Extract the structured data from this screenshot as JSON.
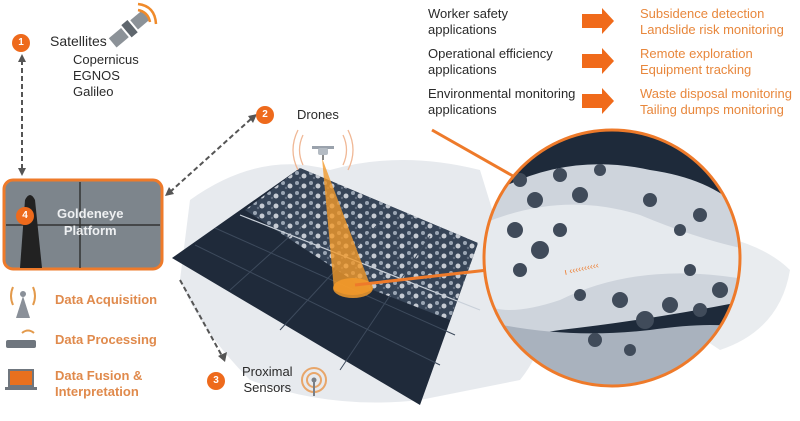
{
  "sources": {
    "satellites": {
      "number": "1",
      "label": "Satellites",
      "items": [
        "Copernicus",
        "EGNOS",
        "Galileo"
      ],
      "icon": "satellite-icon"
    },
    "drones": {
      "number": "2",
      "label": "Drones",
      "icon": "drone-icon"
    },
    "proximal": {
      "number": "3",
      "label_line1": "Proximal",
      "label_line2": "Sensors",
      "icon": "antenna-icon"
    },
    "platform": {
      "number": "4",
      "label_line1": "Goldeneye",
      "label_line2": "Platform"
    }
  },
  "legend": [
    {
      "icon": "tower-signal-icon",
      "label": "Data Acquisition"
    },
    {
      "icon": "router-icon",
      "label": "Data Processing"
    },
    {
      "icon": "laptop-icon",
      "label_line1": "Data Fusion &",
      "label_line2": "Interpretation"
    }
  ],
  "applications": [
    {
      "category_line1": "Worker safety",
      "category_line2": "applications",
      "uses": [
        "Subsidence detection",
        "Landslide risk monitoring"
      ]
    },
    {
      "category_line1": "Operational efficiency",
      "category_line2": "applications",
      "uses": [
        "Remote exploration",
        "Equipment tracking"
      ]
    },
    {
      "category_line1": "Environmental monitoring",
      "category_line2": "applications",
      "uses": [
        "Waste disposal monitoring",
        "Tailing dumps monitoring"
      ]
    }
  ],
  "colors": {
    "accent": "#ee6a1c",
    "accent_text": "#e8873c",
    "map_dark": "#1f2a3a",
    "dark_text": "#2a2a2a"
  }
}
